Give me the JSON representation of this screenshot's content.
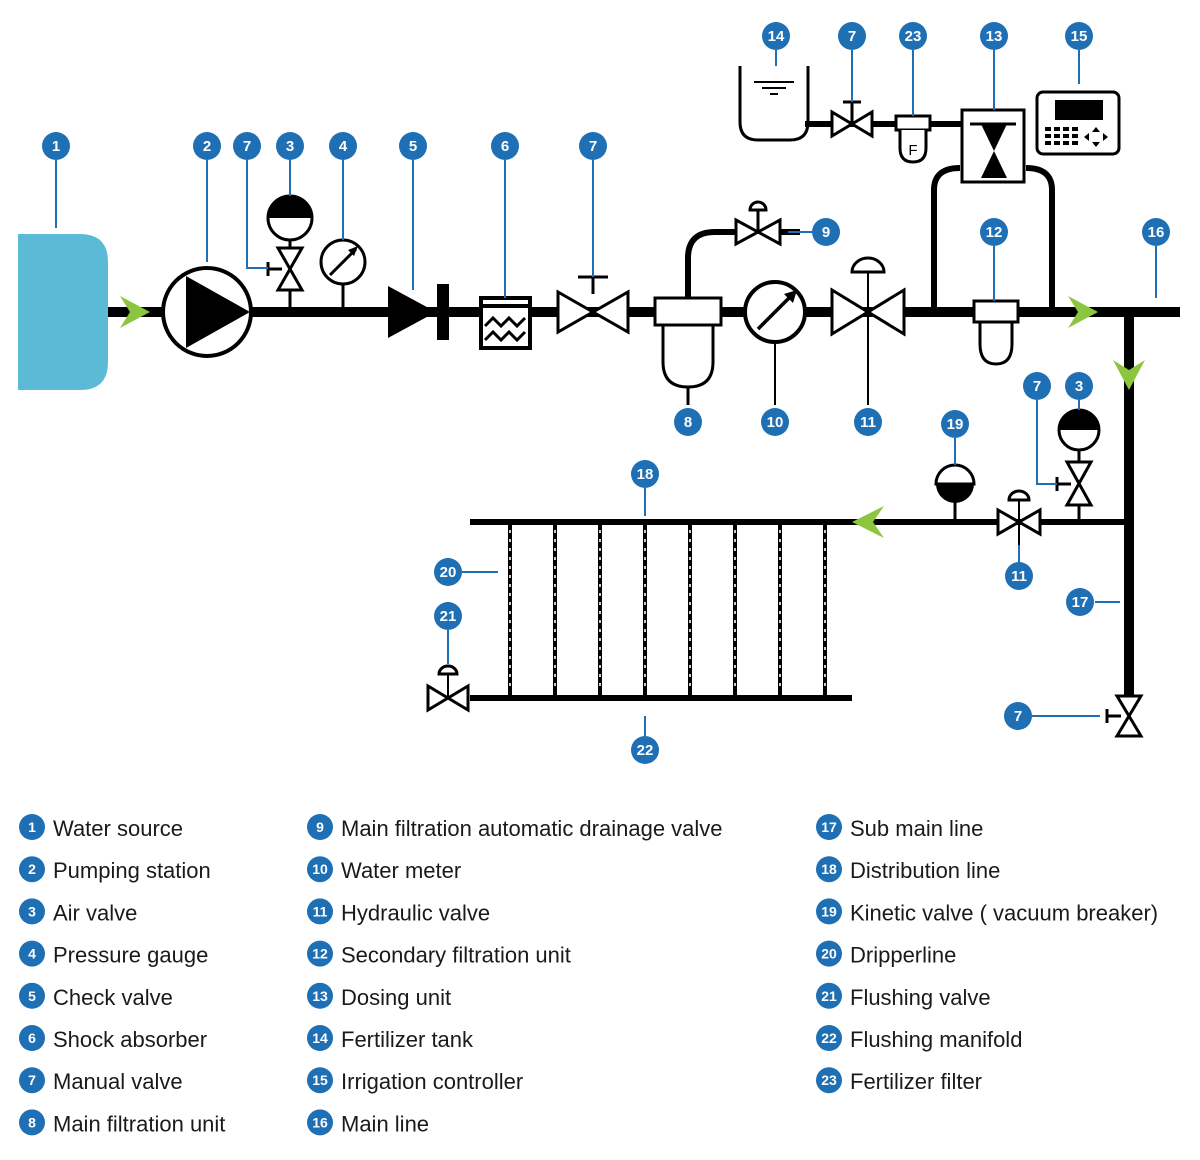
{
  "colors": {
    "callout": "#1f6fb5",
    "water_source": "#5bbad5",
    "flow_arrow": "#8cc63f",
    "pipe": "#000000"
  },
  "callouts": {
    "c1": "1",
    "c2": "2",
    "c7a": "7",
    "c3a": "3",
    "c4": "4",
    "c5": "5",
    "c6": "6",
    "c7b": "7",
    "c14": "14",
    "c7c": "7",
    "c23": "23",
    "c13": "13",
    "c15": "15",
    "c9": "9",
    "c12": "12",
    "c16": "16",
    "c8": "8",
    "c10": "10",
    "c11a": "11",
    "c7d": "7",
    "c3b": "3",
    "c19": "19",
    "c18": "18",
    "c20": "20",
    "c11b": "11",
    "c17": "17",
    "c21": "21",
    "c7e": "7",
    "c22": "22"
  },
  "symbols": {
    "fertilizer_filter_letter": "F"
  },
  "legend": [
    {
      "num": "1",
      "label": "Water source"
    },
    {
      "num": "2",
      "label": "Pumping station"
    },
    {
      "num": "3",
      "label": "Air valve"
    },
    {
      "num": "4",
      "label": "Pressure gauge"
    },
    {
      "num": "5",
      "label": "Check valve"
    },
    {
      "num": "6",
      "label": "Shock absorber"
    },
    {
      "num": "7",
      "label": "Manual valve"
    },
    {
      "num": "8",
      "label": "Main filtration unit"
    },
    {
      "num": "9",
      "label": "Main filtration automatic drainage valve"
    },
    {
      "num": "10",
      "label": "Water meter"
    },
    {
      "num": "11",
      "label": "Hydraulic valve"
    },
    {
      "num": "12",
      "label": "Secondary filtration unit"
    },
    {
      "num": "13",
      "label": "Dosing unit"
    },
    {
      "num": "14",
      "label": "Fertilizer tank"
    },
    {
      "num": "15",
      "label": "Irrigation controller"
    },
    {
      "num": "16",
      "label": "Main line"
    },
    {
      "num": "17",
      "label": "Sub main line"
    },
    {
      "num": "18",
      "label": "Distribution line"
    },
    {
      "num": "19",
      "label": "Kinetic valve (  vacuum breaker)"
    },
    {
      "num": "20",
      "label": "Dripperline"
    },
    {
      "num": "21",
      "label": "Flushing valve"
    },
    {
      "num": "22",
      "label": "Flushing manifold"
    },
    {
      "num": "23",
      "label": "Fertilizer filter"
    }
  ]
}
